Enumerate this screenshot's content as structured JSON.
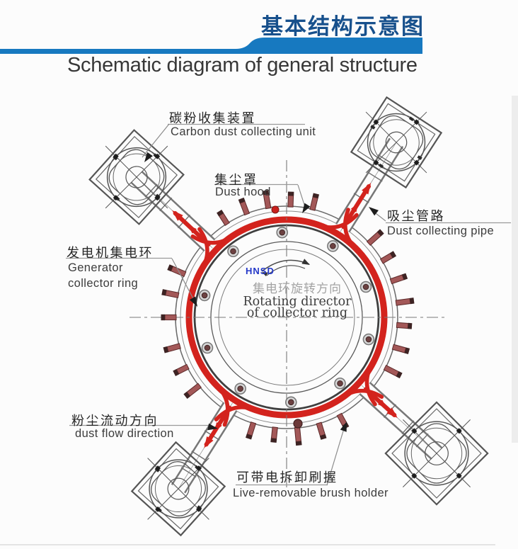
{
  "header": {
    "title_zh": "基本结构示意图",
    "title_en": "Schematic diagram of general structure"
  },
  "watermark": "HNSD",
  "center_note": {
    "zh": "集电环旋转方向",
    "en_line1": "Rotating director",
    "en_line2": "of collector ring"
  },
  "labels": {
    "carbon_unit": {
      "zh": "碳粉收集装置",
      "en": "Carbon dust collecting unit"
    },
    "dust_hood": {
      "zh": "集尘罩",
      "en": "Dust hood"
    },
    "dust_pipe": {
      "zh": "吸尘管路",
      "en": "Dust collecting pipe"
    },
    "generator_ring": {
      "zh": "发电机集电环",
      "en_line1": "Generator",
      "en_line2": "collector ring"
    },
    "dust_flow": {
      "zh": "粉尘流动方向",
      "en": "dust flow direction"
    },
    "brush_holder": {
      "zh": "可带电拆卸刷握",
      "en": "Live-removable brush holder"
    }
  },
  "colors": {
    "band_blue": "#1779c0",
    "title_blue": "#17508c",
    "red": "#d3231d",
    "line_gray": "#6a6a6a",
    "dark_line": "#3f3f3f",
    "stud_body": "#a35858",
    "stud_tip": "#3d2323",
    "text_dark": "#3c3c3c"
  }
}
